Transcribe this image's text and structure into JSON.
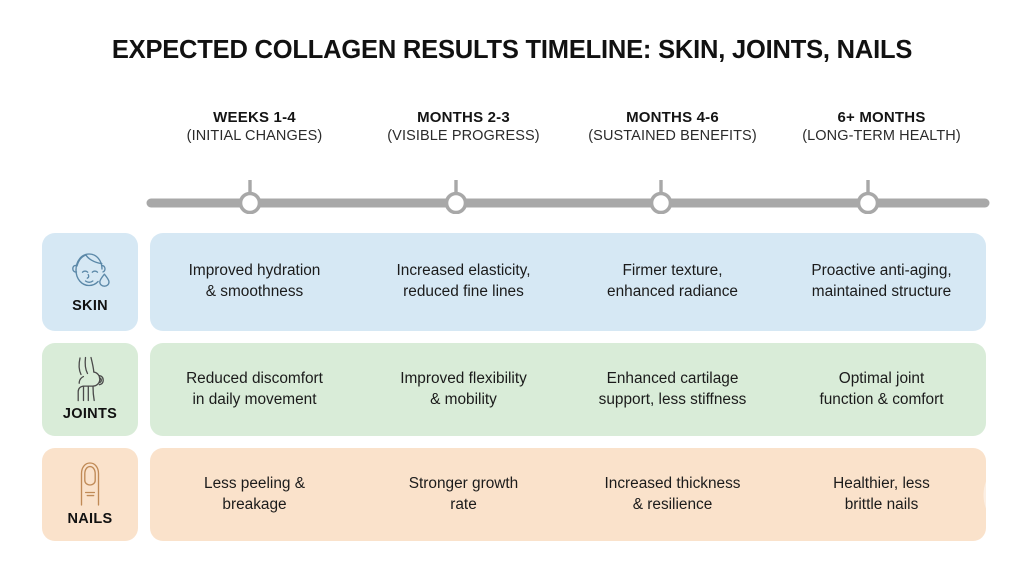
{
  "title": "EXPECTED COLLAGEN RESULTS TIMELINE: SKIN, JOINTS, NAILS",
  "colors": {
    "skin_bg": "#d6e8f4",
    "skin_line": "#5b88a8",
    "joints_bg": "#d9ecd8",
    "joints_line": "#4a4a4a",
    "nails_bg": "#fae2cb",
    "nails_line": "#c08a56",
    "timeline": "#a8a8a8",
    "title": "#111111"
  },
  "timeline": {
    "node_icon": "timeline-node-circle",
    "phases": [
      {
        "title": "WEEKS 1-4",
        "sub": "(INITIAL CHANGES)"
      },
      {
        "title": "MONTHS 2-3",
        "sub": "(VISIBLE PROGRESS)"
      },
      {
        "title": "MONTHS 4-6",
        "sub": "(SUSTAINED BENEFITS)"
      },
      {
        "title": "6+ MONTHS",
        "sub": "(LONG-TERM HEALTH)"
      }
    ]
  },
  "categories": [
    {
      "label": "SKIN",
      "icon": "face-with-water-droplet-icon",
      "cells": [
        "Improved hydration\n& smoothness",
        "Increased elasticity,\nreduced fine lines",
        "Firmer texture,\nenhanced radiance",
        "Proactive anti-aging,\nmaintained structure"
      ]
    },
    {
      "label": "JOINTS",
      "icon": "knee-joint-icon",
      "cells": [
        "Reduced discomfort\nin daily movement",
        "Improved flexibility\n& mobility",
        "Enhanced cartilage\nsupport, less stiffness",
        "Optimal joint\nfunction & comfort"
      ]
    },
    {
      "label": "NAILS",
      "icon": "fingernail-icon",
      "cells": [
        "Less peeling &\nbreakage",
        "Stronger growth\nrate",
        "Increased thickness\n& resilience",
        "Healthier, less\nbrittle nails"
      ]
    }
  ]
}
